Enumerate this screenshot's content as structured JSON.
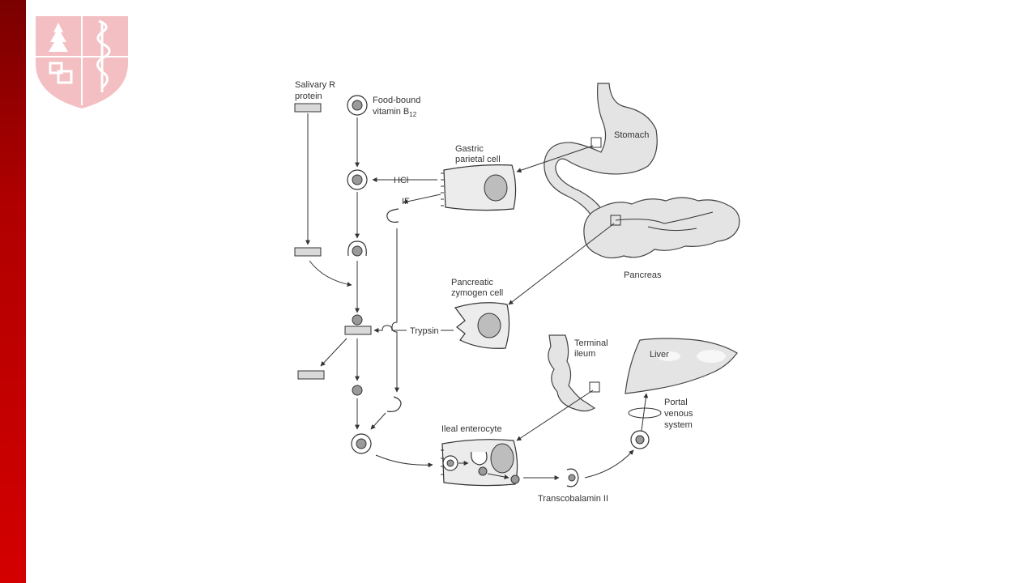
{
  "labels": {
    "salivary_r_protein_1": "Salivary R",
    "salivary_r_protein_2": "protein",
    "food_bound_1": "Food-bound",
    "food_bound_2": "vitamin B",
    "food_bound_sub": "12",
    "hcl": "HCl",
    "if": "IF",
    "gastric_1": "Gastric",
    "gastric_2": "parietal cell",
    "stomach": "Stomach",
    "pancreas": "Pancreas",
    "pancreatic_1": "Pancreatic",
    "pancreatic_2": "zymogen cell",
    "trypsin": "Trypsin",
    "terminal_1": "Terminal",
    "terminal_2": "ileum",
    "liver": "Liver",
    "portal_1": "Portal",
    "portal_2": "venous",
    "portal_3": "system",
    "ileal_enterocyte": "Ileal enterocyte",
    "transcobalamin": "Transcobalamin II"
  },
  "colors": {
    "bar_top": "#7a0000",
    "bar_bottom": "#d40000",
    "logo": "#f2b8bd"
  },
  "logo_icon": "university-shield-logo"
}
